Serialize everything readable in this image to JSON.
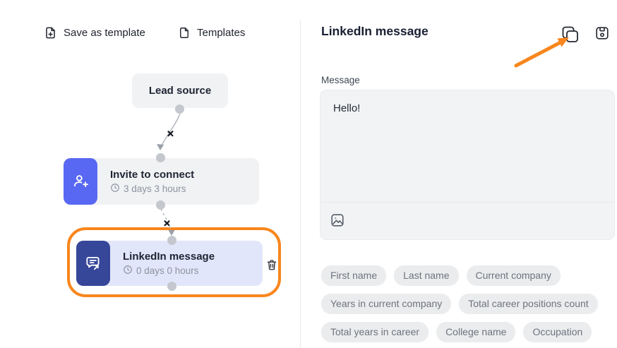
{
  "toolbar": {
    "save_as_template_label": "Save as template",
    "templates_label": "Templates"
  },
  "workflow": {
    "lead_source": {
      "title": "Lead source"
    },
    "invite": {
      "title": "Invite to connect",
      "delay": "3 days 3 hours"
    },
    "linkedin": {
      "title": "LinkedIn message",
      "delay": "0 days 0 hours"
    }
  },
  "panel": {
    "title": "LinkedIn message",
    "message": {
      "label": "Message",
      "value": "Hello!"
    },
    "variable_rows": [
      [
        "First name",
        "Last name",
        "Current company"
      ],
      [
        "Years in current company",
        "Total career positions count"
      ],
      [
        "Total years in career",
        "College name",
        "Occupation"
      ]
    ]
  },
  "icons": {
    "break_marker": "✕"
  },
  "colors": {
    "accent_indigo": "#5968f2",
    "accent_navy": "#364699",
    "highlight_orange": "#f8861d",
    "node_gray": "#f1f2f4",
    "node_lavender": "#e2e6fa",
    "chip_bg": "#ebeced"
  }
}
